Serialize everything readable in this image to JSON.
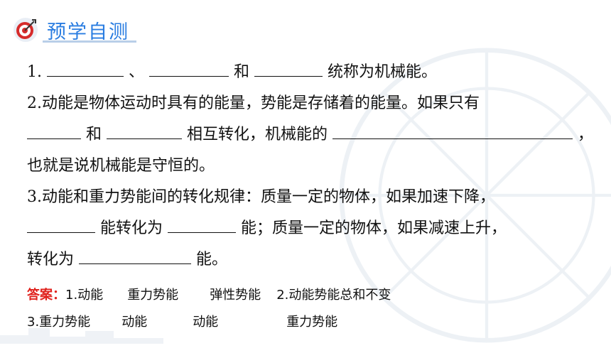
{
  "header": {
    "title": "预学自测",
    "icon": "target-icon"
  },
  "questions": {
    "q1": {
      "num": "1.",
      "sep1": "、",
      "sep2": "和",
      "tail": "统称为机械能。"
    },
    "q2": {
      "l1": "2.动能是物体运动时具有的能量，势能是存储着的能量。如果只有",
      "and": "和",
      "mid": "相互转化，机械能的",
      "comma": "，",
      "l3": "也就是说机械能是守恒的。"
    },
    "q3": {
      "l1": "3.动能和重力势能间的转化规律：质量一定的物体，如果加速下降，",
      "l2a": "能转化为",
      "l2b": "能；质量一定的物体，如果减速上升，",
      "l3a": "转化为",
      "l3b": "能。"
    }
  },
  "answer": {
    "label": "答案：",
    "l1": [
      "1.动能",
      "重力势能",
      "弹性势能",
      "2.动能势能总和不变"
    ],
    "l2": [
      "3.重力势能",
      "动能",
      "动能",
      "重力势能"
    ]
  },
  "colors": {
    "title": "#2a7de1",
    "answer_label": "#e0211c"
  }
}
